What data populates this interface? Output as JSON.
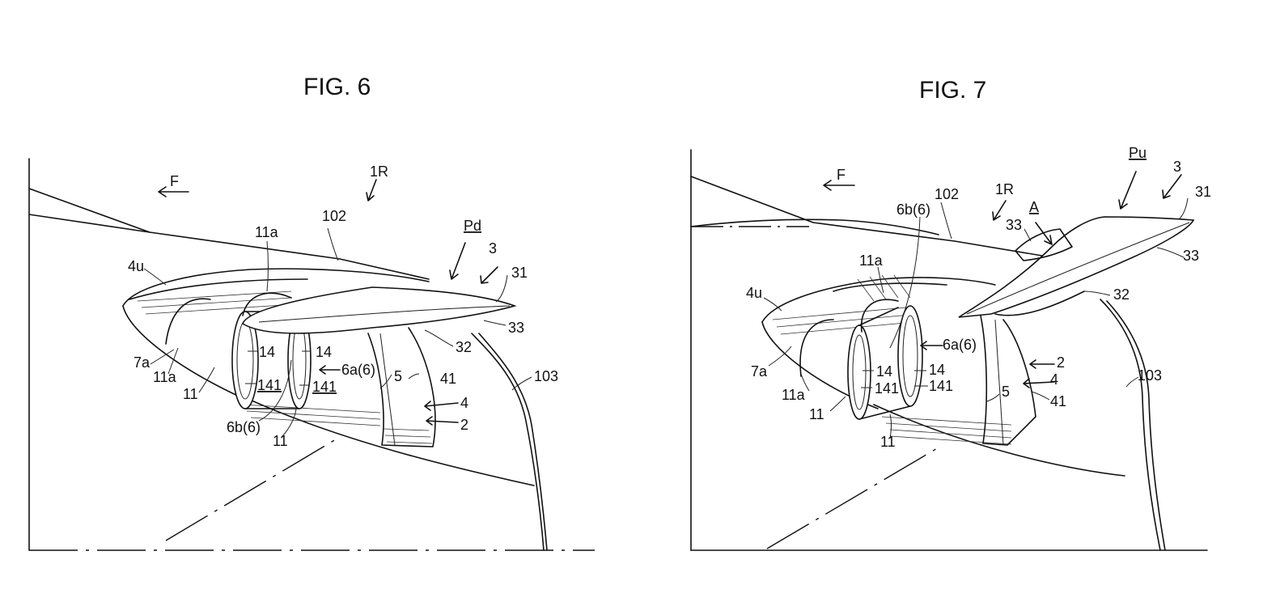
{
  "figures": [
    {
      "id": "fig6",
      "title": "FIG. 6",
      "refs": {
        "F": "F",
        "1R": "1R",
        "102": "102",
        "11a_top": "11a",
        "Pd": "Pd",
        "3": "3",
        "4u": "4u",
        "31": "31",
        "33": "33",
        "7a": "7a",
        "11a_left": "11a",
        "14a": "14",
        "14b": "14",
        "32": "32",
        "6a": "6a(6)",
        "103": "103",
        "11_left": "11",
        "141a": "141",
        "141b": "141",
        "5": "5",
        "41": "41",
        "4": "4",
        "6b": "6b(6)",
        "11_bottom": "11",
        "2": "2"
      }
    },
    {
      "id": "fig7",
      "title": "FIG. 7",
      "refs": {
        "F": "F",
        "Pu": "Pu",
        "3": "3",
        "31": "31",
        "102": "102",
        "1R": "1R",
        "6b": "6b(6)",
        "A": "A",
        "33a": "33",
        "33b": "33",
        "11a_top": "11a",
        "4u": "4u",
        "32": "32",
        "6a": "6a(6)",
        "7a": "7a",
        "14a": "14",
        "14b": "14",
        "2": "2",
        "141a": "141",
        "141b": "141",
        "4": "4",
        "103": "103",
        "11a_left": "11a",
        "5": "5",
        "41": "41",
        "11_left": "11",
        "11_bottom": "11"
      }
    }
  ]
}
